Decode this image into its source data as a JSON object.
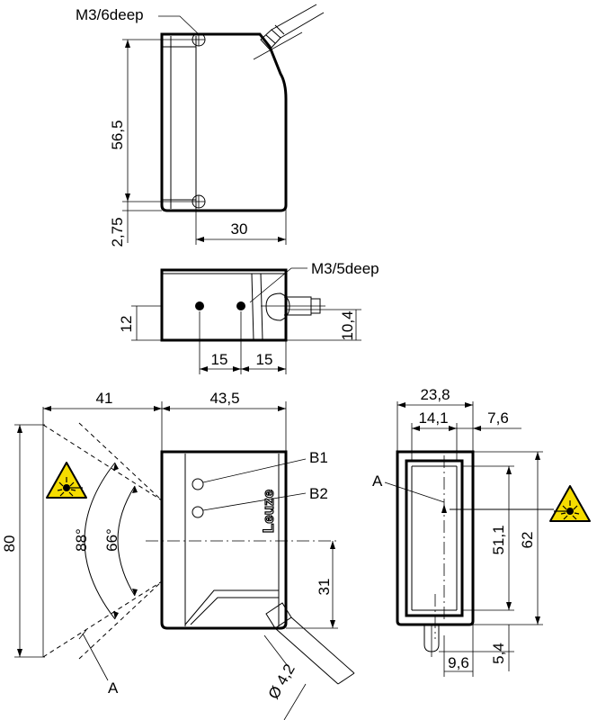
{
  "labels": {
    "top_thread": "M3/6deep",
    "mid_thread": "M3/5deep",
    "b1": "B1",
    "b2": "B2",
    "a_front": "A",
    "a_side": "A",
    "logo": "Leuze"
  },
  "dimensions": {
    "d_56_5": "56,5",
    "d_2_75": "2,75",
    "d_30": "30",
    "d_12": "12",
    "d_10_4": "10,4",
    "d_15_left": "15",
    "d_15_right": "15",
    "d_41": "41",
    "d_43_5": "43,5",
    "d_80": "80",
    "d_88": "88°",
    "d_66": "66°",
    "d_31": "31",
    "d_dia_4_2": "Ø 4,2",
    "d_23_8": "23,8",
    "d_14_1": "14,1",
    "d_7_6": "7,6",
    "d_51_1": "51,1",
    "d_62": "62",
    "d_5_4": "5,4",
    "d_9_6": "9,6"
  },
  "icons": {
    "warning_left": "laser-warning-icon",
    "warning_right": "laser-warning-icon"
  },
  "colors": {
    "warning_fill": "#f5dc00",
    "line": "#000000"
  }
}
